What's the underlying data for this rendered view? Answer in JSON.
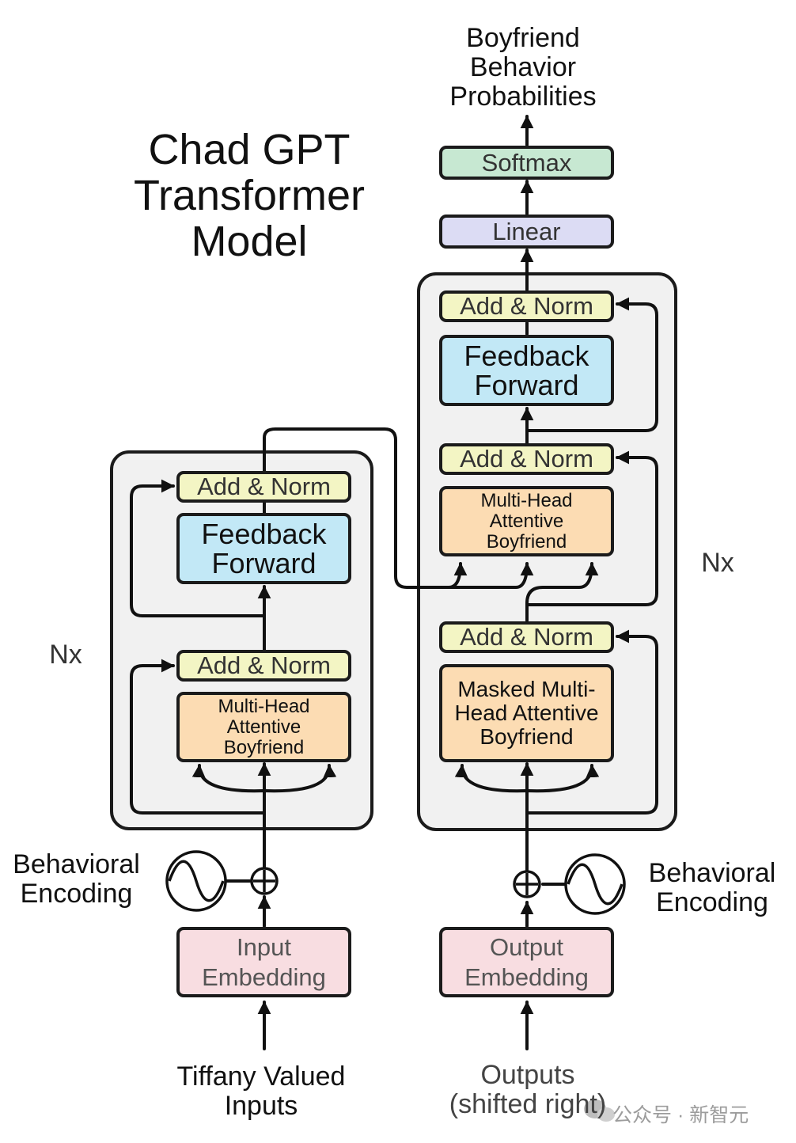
{
  "title": "Chad GPT\nTransformer\nModel",
  "output_label": "Boyfriend\nBehavior\nProbabilities",
  "encoder": {
    "add_norm_top": "Add & Norm",
    "feed_forward": "Feedback\nForward",
    "add_norm_bottom": "Add & Norm",
    "attention": "Multi-Head\nAttentive\nBoyfriend",
    "repeat_label": "Nx",
    "positional_label": "Behavioral\nEncoding",
    "embedding": "Input\nEmbedding",
    "input_label": "Tiffany Valued\nInputs"
  },
  "decoder": {
    "softmax": "Softmax",
    "linear": "Linear",
    "add_norm_top": "Add & Norm",
    "feed_forward": "Feedback\nForward",
    "add_norm_mid": "Add & Norm",
    "cross_attention": "Multi-Head\nAttentive\nBoyfriend",
    "add_norm_bottom": "Add & Norm",
    "masked_attention": "Masked Multi-\nHead Attentive\nBoyfriend",
    "repeat_label": "Nx",
    "positional_label": "Behavioral\nEncoding",
    "embedding": "Output\nEmbedding",
    "input_label": "Outputs\n(shifted right)"
  },
  "watermark": "公众号 · 新智元",
  "icons": [
    "sine-wave-icon",
    "plus-circle-icon",
    "wechat-icon"
  ]
}
